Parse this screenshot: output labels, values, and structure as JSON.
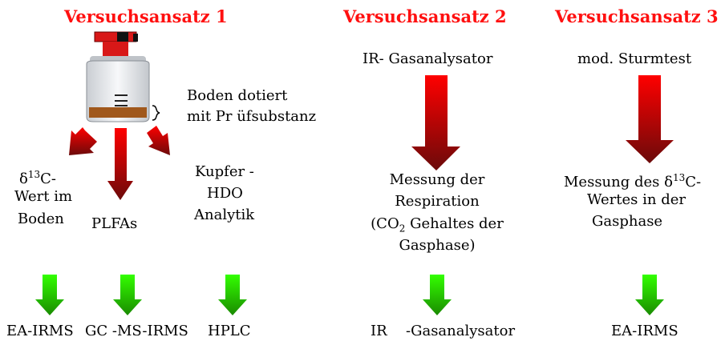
{
  "approach1": {
    "title": "Versuchsansatz 1",
    "soil_label_1": "Boden dotiert",
    "soil_label_2": "mit Pr üfsubstanz",
    "delta_pre": "δ",
    "delta_sup": "13",
    "delta_post": "C-",
    "wert_im": "Wert im",
    "boden": "Boden",
    "plfas": "PLFAs",
    "kupfer": "Kupfer -",
    "hdo": "HDO",
    "analytik": "Analytik",
    "method_1": "EA-IRMS",
    "method_2": "GC -MS-IRMS",
    "method_3": "HPLC"
  },
  "approach2": {
    "title": "Versuchsansatz 2",
    "device": "IR- Gasanalysator",
    "measure_1": "Messung der",
    "measure_2": "Respiration",
    "measure_3_pre": "(CO",
    "measure_3_sub": "2",
    "measure_3_post": " Gehaltes der",
    "measure_4": "Gasphase)",
    "method_1": "IR",
    "method_2": "-Gasanalysator"
  },
  "approach3": {
    "title": "Versuchsansatz 3",
    "device": "mod. Sturmtest",
    "measure_1_pre": "Messung  des δ",
    "measure_1_sup": "13",
    "measure_1_post": "C-",
    "measure_2": "Wertes in der",
    "measure_3": "Gasphase",
    "method": "EA-IRMS"
  },
  "colors": {
    "title": "#ff1010",
    "red_arrow_top": "#ff0000",
    "red_arrow_bottom": "#6b0a0a",
    "green_arrow_top": "#33ff00",
    "green_arrow_bottom": "#1a8a00",
    "bottle_cap": "#d81818",
    "soil": "#a0581c"
  }
}
